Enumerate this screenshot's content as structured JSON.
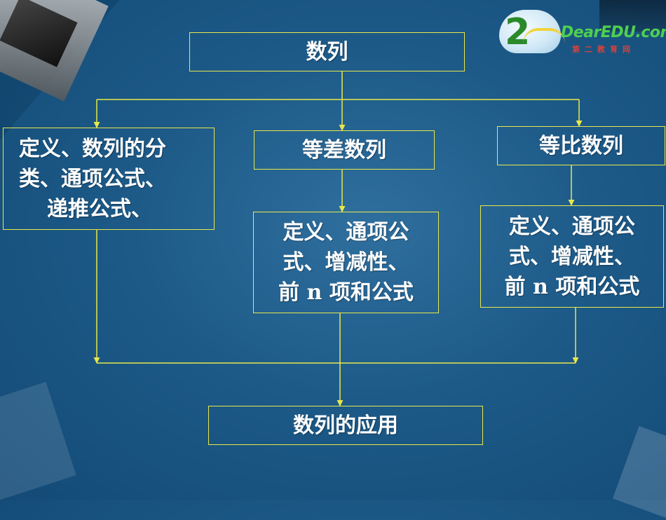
{
  "colors": {
    "background": "#1d5a88",
    "box_border": "#e8e84a",
    "connector": "#e8e84a",
    "text": "#ffffff"
  },
  "logo": {
    "mark": "2",
    "text": "DearEDU.com",
    "sub": "第二教育网"
  },
  "nodes": {
    "root": "数列",
    "left_def": [
      "定义、数列的分",
      "类、通项公式、",
      "递推公式、"
    ],
    "arith": "等差数列",
    "geom": "等比数列",
    "arith_detail": [
      "定义、通项公",
      "式、增减性、",
      "前 n 项和公式"
    ],
    "geom_detail": [
      "定义、通项公",
      "式、增减性、",
      "前 n 项和公式"
    ],
    "application": "数列的应用"
  }
}
